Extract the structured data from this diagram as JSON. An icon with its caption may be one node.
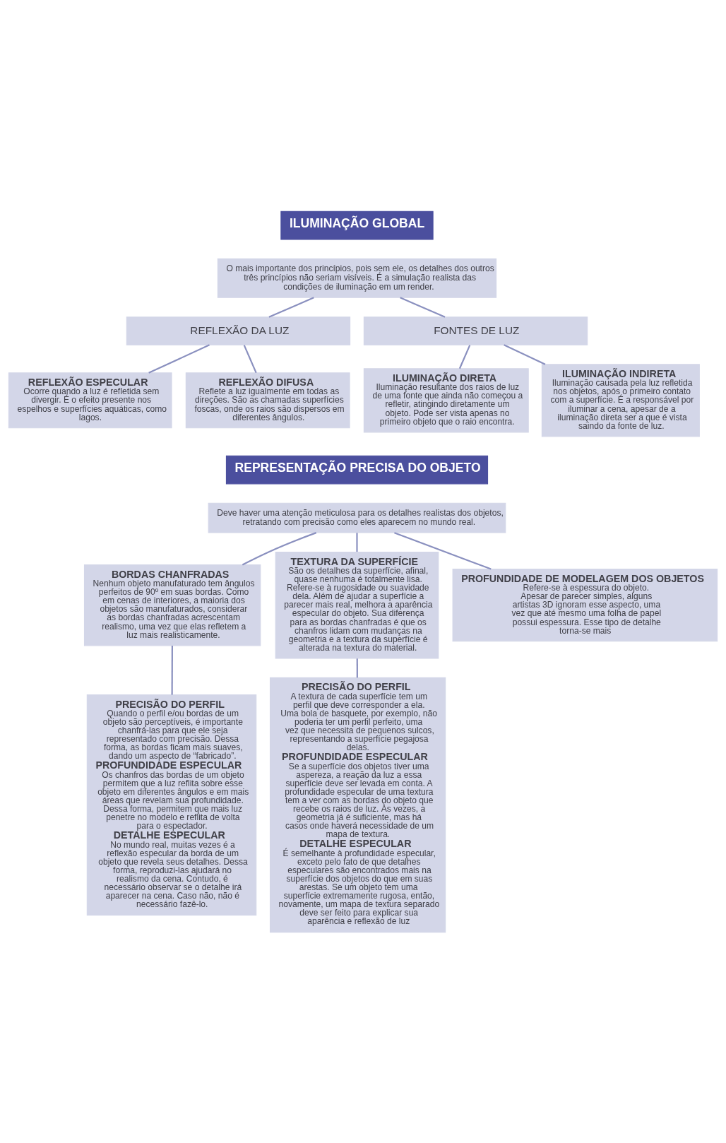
{
  "diagram": {
    "nodes": [
      {
        "text": [
          "ILUMINAÇÃO GLOBAL"
        ]
      },
      {
        "text": [
          "O mais importante dos princípios, pois sem ele, os detalhes dos outros três princípios não seriam visíveis. É a simulação realista das condições de iluminação em um render."
        ]
      },
      {
        "text": [
          "REFLEXÃO DA LUZ"
        ]
      },
      {
        "text": [
          "FONTES DE LUZ"
        ]
      },
      {
        "text": [
          "REFLEXÃO ESPECULAR",
          "Ocorre quando a luz é refletida sem divergir. É o efeito presente nos espelhos e superfícies aquáticas, como lagos."
        ]
      },
      {
        "text": [
          "REFLEXÃO DIFUSA",
          "Reflete a luz igualmente em todas as direções. São as chamadas superfícies foscas, onde os raios são dispersos em diferentes ângulos."
        ]
      },
      {
        "text": [
          "ILUMINAÇÃO DIRETA",
          "Iluminação resultante dos raios de luz de uma fonte que ainda não começou a refletir, atingindo diretamente um objeto. Pode ser vista apenas no primeiro objeto que o raio encontra."
        ]
      },
      {
        "text": [
          "ILUMINAÇÃO INDIRETA",
          "Iluminação causada pela luz refletida nos objetos, após o primeiro contato com a superfície. É a responsável por iluminar a cena, apesar de a iluminação direta ser a que é vista saindo da fonte de luz."
        ]
      },
      {
        "text": [
          "REPRESENTAÇÃO PRECISA DO OBJETO"
        ]
      },
      {
        "text": [
          "Deve haver uma atenção meticulosa para os detalhes realistas dos objetos, retratando com precisão como eles aparecem no mundo real."
        ]
      },
      {
        "text": [
          "BORDAS CHANFRADAS",
          "Nenhum objeto manufaturado tem ângulos perfeitos de 90º em suas bordas. Como em cenas de interiores, a maioria dos objetos são manufaturados, considerar as bordas chanfradas acrescentam realismo, uma vez que elas refletem a luz mais realisticamente."
        ]
      },
      {
        "text": [
          "TEXTURA DA SUPERFÍCIE",
          "São os detalhes da superfície, afinal, quase nenhuma é totalmente lisa. Refere-se à rugosidade ou suavidade dela. Além de ajudar a superfície a parecer mais real, melhora a aparência especular do objeto. Sua diferença para as bordas chanfradas é que os chanfros lidam com mudanças na geometria e a textura da superfície é alterada na textura do material."
        ]
      },
      {
        "text": [
          "PROFUNDIDADE DE MODELAGEM DOS OBJETOS",
          "Refere-se à espessura do objeto. Apesar de parecer simples, alguns artistas 3D ignoram esse aspecto, uma vez que até mesmo uma folha de papel possui espessura. Esse tipo de detalhe torna-se mais"
        ]
      },
      {
        "text": [
          "PRECISÃO DO PERFIL",
          "Quando o perfil e/ou bordas de um objeto são perceptíveis, é importante chanfrá-las para que ele seja representado com precisão. Dessa forma, as bordas ficam mais suaves, dando um aspecto de “fabricado”.",
          "PROFUNDIDADE ESPECULAR",
          "Os chanfros das bordas de um objeto permitem que a luz reflita sobre esse objeto em diferentes ângulos e em mais áreas que revelam sua profundidade. Dessa forma, permitem que mais luz penetre no modelo e reflita de volta para o espectador.",
          "DETALHE ESPECULAR",
          "No mundo real, muitas vezes é a reflexão especular da borda de um objeto que revela seus detalhes. Dessa forma, reproduzi-las ajudará no realismo da cena. Contudo, é necessário observar se o detalhe irá aparecer na cena. Caso não, não é necessário fazê-lo."
        ]
      },
      {
        "text": [
          "PRECISÃO DO PERFIL",
          "A textura de cada superfície tem um perfil que deve corresponder a ela. Uma bola de basquete, por exemplo, não poderia ter um perfil perfeito, uma vez que necessita de pequenos sulcos, representando a superfície pegajosa delas.",
          "PROFUNDIDADE ESPECULAR",
          "Se a superfície dos objetos tiver uma aspereza, a reação da luz a essa superfície deve ser levada em conta. A profundidade especular de uma textura tem a ver com as bordas do objeto que recebe os raios de luz. Às vezes, a geometria já é suficiente, mas há casos onde haverá necessidade de um mapa de textura.",
          "DETALHE ESPECULAR",
          "É semelhante à profundidade especular, exceto pelo fato de que detalhes especulares são encontrados mais na superfície dos objetos do que em suas arestas. Se um objeto tem uma superfície extremamente rugosa, então, novamente, um mapa de textura separado deve ser feito para explicar sua aparência e reflexão de luz"
        ]
      }
    ],
    "edges": [
      {
        "from": 1,
        "to": 2,
        "arrow": "none"
      },
      {
        "from": 1,
        "to": 3,
        "arrow": "none"
      },
      {
        "from": 2,
        "to": 4,
        "arrow": "none"
      },
      {
        "from": 2,
        "to": 5,
        "arrow": "none"
      },
      {
        "from": 3,
        "to": 6,
        "arrow": "none"
      },
      {
        "from": 3,
        "to": 7,
        "arrow": "none"
      },
      {
        "from": 9,
        "to": 10,
        "arrow": "none"
      },
      {
        "from": 9,
        "to": 11,
        "arrow": "none"
      },
      {
        "from": 9,
        "to": 12,
        "arrow": "none"
      },
      {
        "from": 10,
        "to": 13,
        "arrow": "none"
      },
      {
        "from": 11,
        "to": 14,
        "arrow": "none"
      }
    ]
  }
}
